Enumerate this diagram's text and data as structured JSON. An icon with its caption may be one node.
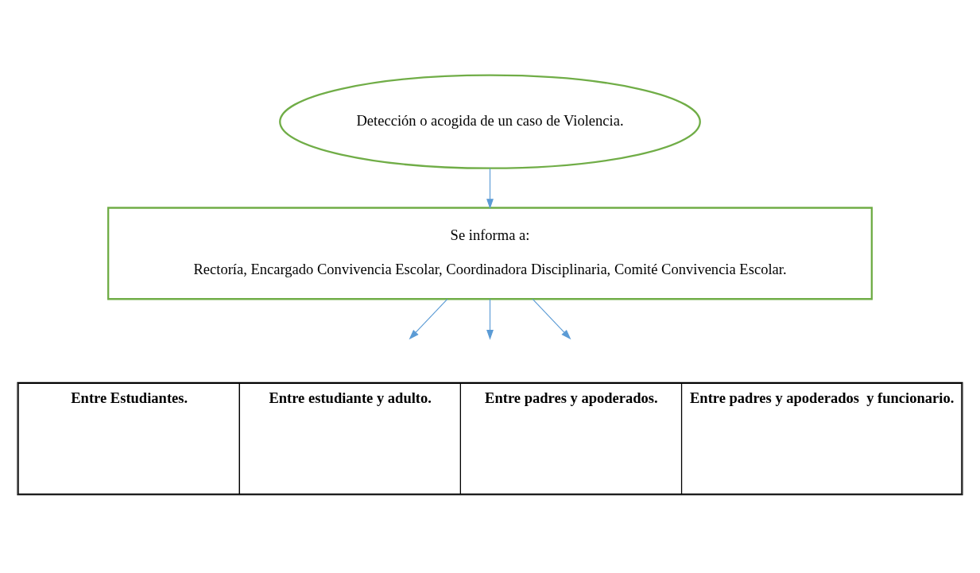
{
  "diagram": {
    "nodes": [
      {
        "text": [
          "Detección o acogida de un caso de Violencia."
        ]
      },
      {
        "text": [
          "Se informa a:",
          "Rectoría, Encargado Convivencia Escolar, Coordinadora Disciplinaria, Comité Convivencia Escolar."
        ]
      }
    ],
    "edges": [
      {
        "from": 0,
        "to": 1,
        "arrow": "to"
      },
      {
        "from": 1,
        "to": null,
        "arrow": "to"
      },
      {
        "from": 1,
        "to": null,
        "arrow": "to"
      },
      {
        "from": 1,
        "to": null,
        "arrow": "to"
      }
    ],
    "labels": [
      "Entre Estudiantes.",
      "Entre estudiante y adulto.",
      "Entre padres y apoderados.",
      "Entre padres y apoderados  y funcionario."
    ]
  }
}
